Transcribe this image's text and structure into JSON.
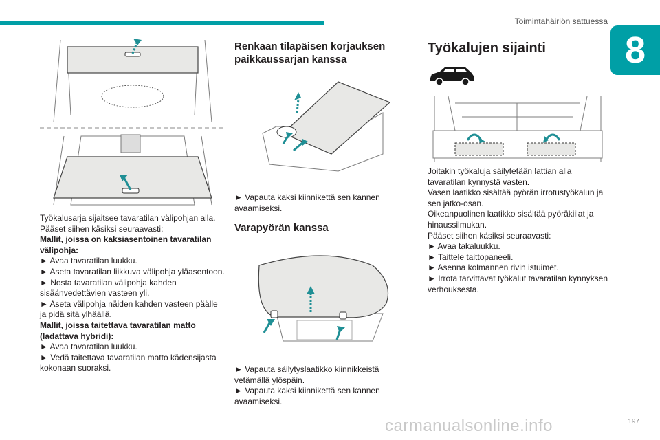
{
  "header": {
    "title": "Toimintahäiriön sattuessa",
    "chapter": "8"
  },
  "col1": {
    "lines": [
      "Työkalusarja sijaitsee tavaratilan välipohjan alla.",
      "Pääset siihen käsiksi seuraavasti:"
    ],
    "section1_title": "Mallit, joissa on kaksiasentoinen tavaratilan välipohja:",
    "section1_steps": [
      "► Avaa tavaratilan luukku.",
      "► Aseta tavaratilan liikkuva välipohja yläasentoon.",
      "► Nosta tavaratilan välipohja kahden sisäänvedettävien vasteen yli.",
      "► Aseta välipohja näiden kahden vasteen päälle ja pidä sitä ylhäällä."
    ],
    "section2_title": "Mallit, joissa taitettava tavaratilan matto (ladattava hybridi):",
    "section2_steps": [
      "► Avaa tavaratilan luukku.",
      "► Vedä taitettava tavaratilan matto kädensijasta kokonaan suoraksi."
    ]
  },
  "col2": {
    "title1": "Renkaan tilapäisen korjauksen paikkaussarjan kanssa",
    "step1": "► Vapauta kaksi kiinnikettä sen kannen avaamiseksi.",
    "title2": "Varapyörän kanssa",
    "steps2": [
      "► Vapauta säilytyslaatikko kiinnikkeistä vetämällä ylöspäin.",
      "► Vapauta kaksi kiinnikettä sen kannen avaamiseksi."
    ]
  },
  "col3": {
    "title": "Työkalujen sijainti",
    "lines": [
      "Joitakin työkaluja säilytetään lattian alla tavaratilan kynnystä vasten.",
      "Vasen laatikko sisältää pyörän irrotustyökalun ja sen jatko-osan.",
      "Oikeanpuolinen laatikko sisältää pyöräkiilat ja hinaussilmukan.",
      "Pääset siihen käsiksi seuraavasti:"
    ],
    "steps": [
      "► Avaa takaluukku.",
      "► Taittele taittopaneeli.",
      "► Asenna kolmannen rivin istuimet.",
      "► Irrota tarvittavat työkalut tavaratilan kynnyksen verhouksesta."
    ]
  },
  "footer": {
    "page_number": "197",
    "watermark": "carmanualsonline.info"
  },
  "colors": {
    "accent": "#009fa6",
    "panel": "#e8e8e6",
    "arrow": "#1f8f95"
  }
}
